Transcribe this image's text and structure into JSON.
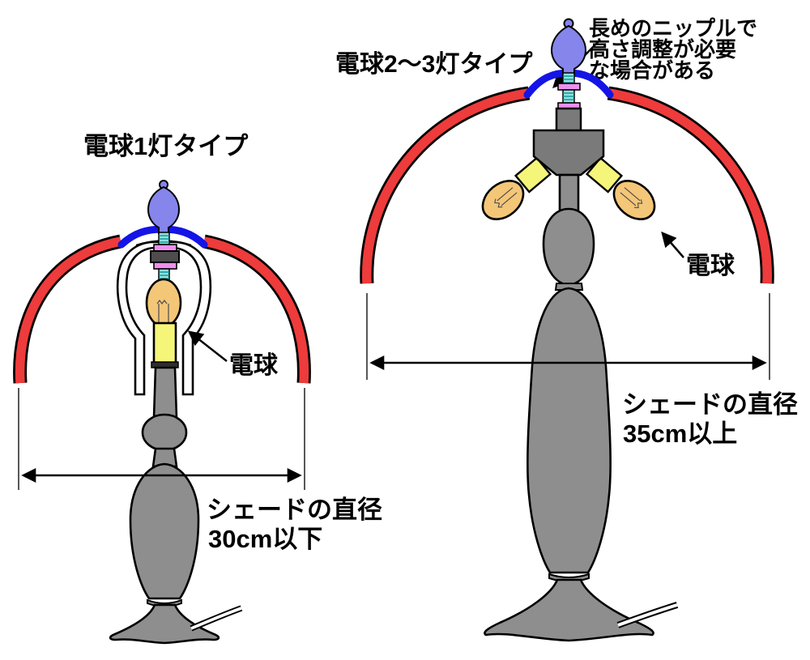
{
  "diagram": {
    "description": "Comparison diagram of table lamp types and required shade diameters",
    "left_lamp": {
      "title": "電球1灯タイプ",
      "bulb_label": "電球",
      "dimension_line1": "シェードの直径",
      "dimension_line2": "30cm以下"
    },
    "right_lamp": {
      "title": "電球2～3灯タイプ",
      "bulb_label": "電球",
      "dimension_line1": "シェードの直径",
      "dimension_line2": "35cm以上",
      "annotation_line1": "長めのニップルで",
      "annotation_line2": "高さ調整が必要",
      "annotation_line3": "な場合がある"
    },
    "colors": {
      "shade_red": "#EE3B3B",
      "cap_blue": "#1414E6",
      "finial_purple": "#8585EC",
      "nipple_teal": "#8FE0E0",
      "nipple_stripe": "#008B8B",
      "washer_pink": "#EE90EE",
      "nut_dark": "#4D4D4D",
      "socket_yellow": "#F5F57A",
      "bulb_orange": "#F4C678",
      "body_gray": "#8E8E8E",
      "cluster_gray": "#7A7A7A"
    }
  }
}
